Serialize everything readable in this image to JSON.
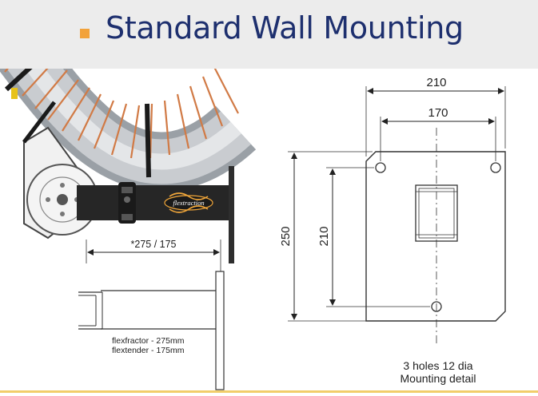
{
  "slide": {
    "title": "Standard Wall Mounting",
    "bullet_color": "#f2a23a",
    "title_color": "#1d2f6e"
  },
  "arm_drawing": {
    "logo_text": "flextraction",
    "arm_length_dim": "*275 / 175",
    "note_line_1": "flexfractor - 275mm",
    "note_line_2": "flextender - 175mm"
  },
  "mounting_detail": {
    "dim_outer_width": "210",
    "dim_hole_spacing": "170",
    "dim_outer_height": "250",
    "dim_hole_height": "210",
    "caption_line_1": "3 holes 12 dia",
    "caption_line_2": "Mounting detail"
  }
}
